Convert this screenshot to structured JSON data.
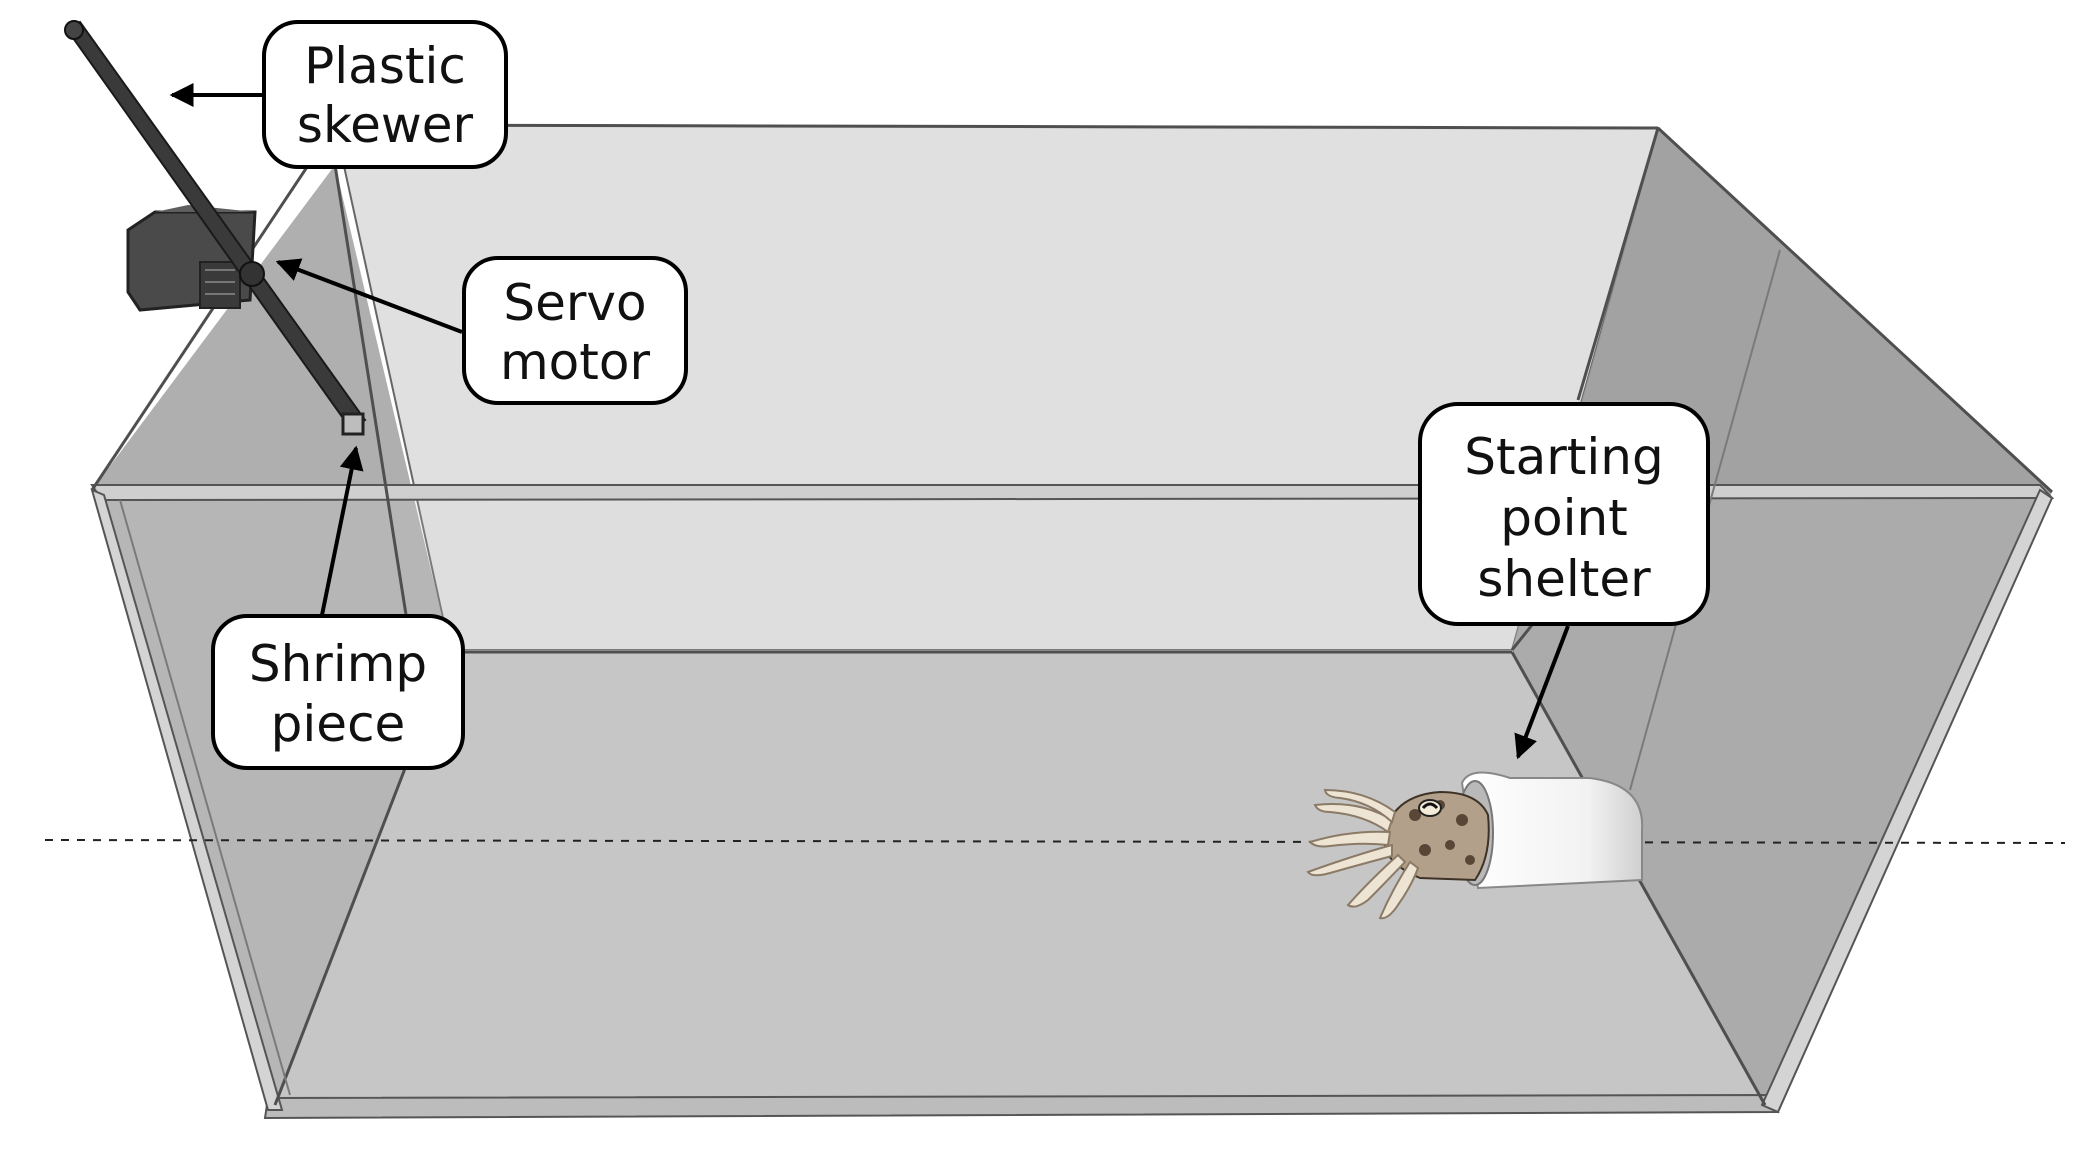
{
  "labels": {
    "plastic_skewer": [
      "Plastic",
      "skewer"
    ],
    "servo_motor": [
      "Servo",
      "motor"
    ],
    "shrimp_piece": [
      "Shrimp",
      "piece"
    ],
    "shelter": [
      "Starting",
      "point",
      "shelter"
    ]
  },
  "colors": {
    "tank_floor": "#c0c0c0",
    "tank_back_wall": "#e0e0e0",
    "tank_side_wall": "#9c9c9c",
    "tank_edge": "#555555",
    "skewer": "#3a3a3a",
    "servo": "#4a4a4a",
    "shelter": "#f4f4f4"
  },
  "icons": [
    "cuttlefish-icon"
  ]
}
